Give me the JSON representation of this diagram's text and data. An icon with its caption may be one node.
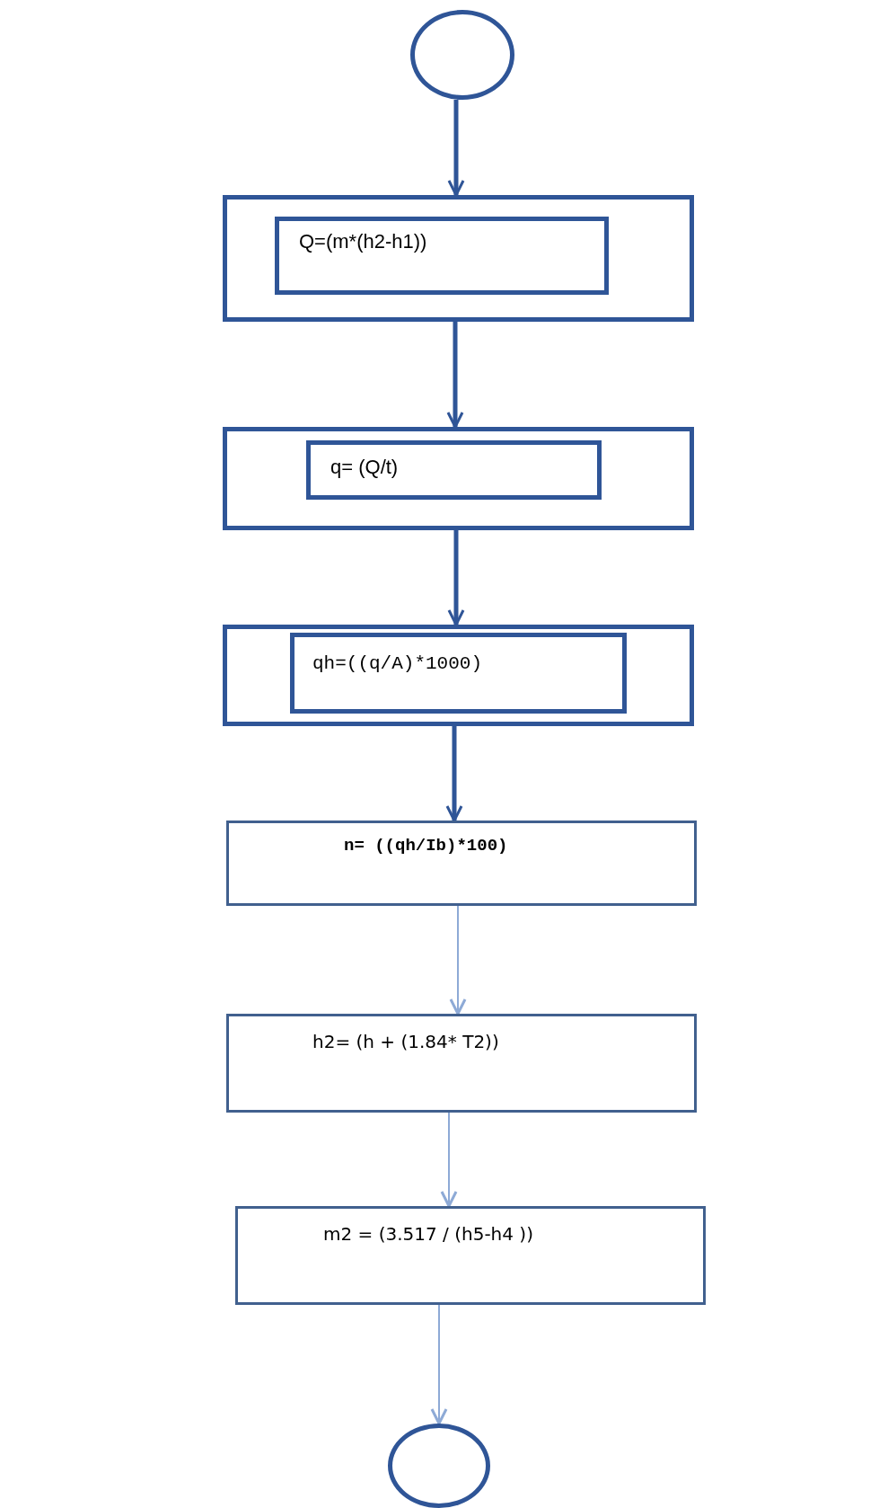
{
  "diagram": {
    "nodes": [
      {
        "text": [],
        "shape": "circle"
      },
      {
        "text": [],
        "shape": "box"
      },
      {
        "text": [
          "Q=(m*(h2-h1))"
        ],
        "in": 1
      },
      {
        "text": [],
        "shape": "box"
      },
      {
        "text": [
          "q= (Q/t)"
        ],
        "in": 3
      },
      {
        "text": [],
        "shape": "box"
      },
      {
        "text": [
          "qh=((q/A)*1000)"
        ],
        "in": 5
      },
      {
        "text": [
          "n= ((qh/Ib)*100)"
        ]
      },
      {
        "text": [
          "h2= (h + (1.84* T2))"
        ]
      },
      {
        "text": [
          "m2 = (3.517 / (h5-h4 ))"
        ]
      },
      {
        "text": [],
        "shape": "circle"
      }
    ],
    "edges": [
      {
        "from": 0,
        "to": 1,
        "arrow": "to"
      },
      {
        "from": 1,
        "to": 3,
        "arrow": "to"
      },
      {
        "from": 3,
        "to": 5,
        "arrow": "to"
      },
      {
        "from": 5,
        "to": 7,
        "arrow": "to"
      },
      {
        "from": 7,
        "to": 8,
        "arrow": "to",
        "color": "#8eaad6"
      },
      {
        "from": 8,
        "to": 9,
        "arrow": "to",
        "color": "#8eaad6"
      },
      {
        "from": 9,
        "to": 10,
        "arrow": "to",
        "color": "#8eaad6"
      }
    ]
  }
}
